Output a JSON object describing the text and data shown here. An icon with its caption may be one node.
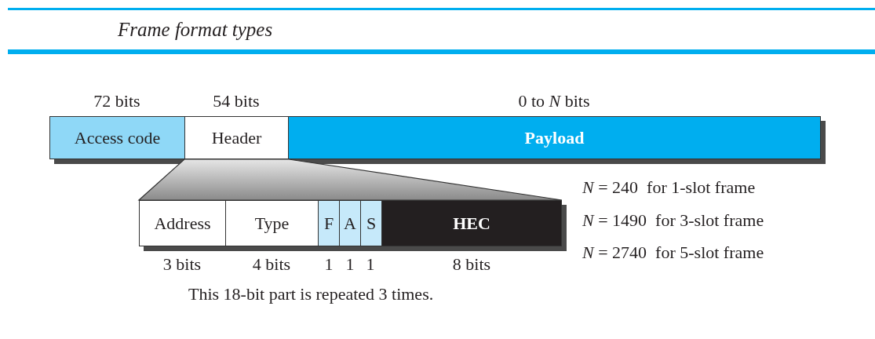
{
  "diagram": {
    "title": "Frame format types",
    "nodes": [
      {
        "text": [
          "Access code"
        ],
        "beside": [
          "72 bits"
        ]
      },
      {
        "text": [
          "Header"
        ],
        "beside": [
          "54 bits"
        ]
      },
      {
        "text": [
          "Payload"
        ],
        "beside": [
          "0 to *N* bits"
        ]
      },
      {
        "text": [
          "Address"
        ],
        "beside": [
          "3 bits"
        ]
      },
      {
        "text": [
          "Type"
        ],
        "beside": [
          "4 bits"
        ]
      },
      {
        "text": [
          "F"
        ],
        "beside": [
          "1"
        ]
      },
      {
        "text": [
          "A"
        ],
        "beside": [
          "1"
        ]
      },
      {
        "text": [
          "S"
        ],
        "beside": [
          "1"
        ]
      },
      {
        "text": [
          "HEC"
        ],
        "beside": [
          "8 bits"
        ]
      }
    ],
    "labels": [
      "*N* = 240  for 1-slot frame",
      "*N* = 1490  for 3-slot frame",
      "*N* = 2740  for 5-slot frame",
      "This 18-bit part is repeated 3 times."
    ]
  }
}
